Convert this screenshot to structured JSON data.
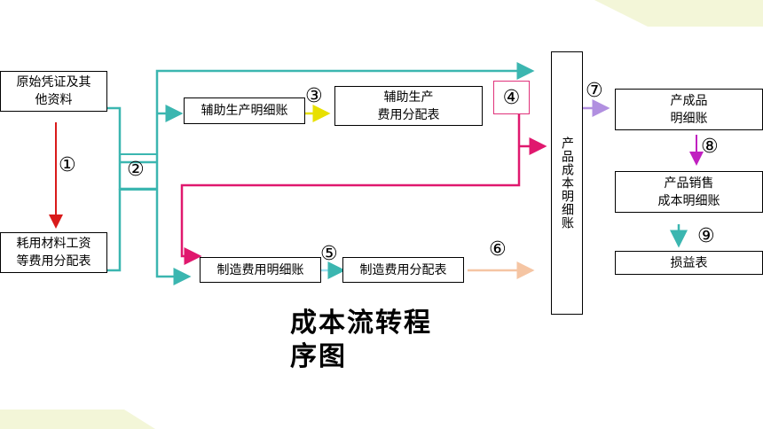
{
  "title": "成本流转程\n序图",
  "boxes": {
    "original_vouchers": "原始凭证及其\n他资料",
    "material_allocation": "耗用材料工资\n等费用分配表",
    "aux_ledger": "辅助生产明细账",
    "aux_allocation": "辅助生产\n费用分配表",
    "mfg_ledger": "制造费用明细账",
    "mfg_allocation": "制造费用分配表",
    "product_cost_ledger": "产品成本明细账",
    "finished_goods_ledger": "产成品\n明细账",
    "sales_cost_ledger": "产品销售\n成本明细账",
    "income_statement": "损益表"
  },
  "steps": {
    "s1": "①",
    "s2": "②",
    "s3": "③",
    "s4": "④",
    "s5": "⑤",
    "s6": "⑥",
    "s7": "⑦",
    "s8": "⑧",
    "s9": "⑨"
  },
  "colors": {
    "teal": "#3bb6b0",
    "red": "#d91a1a",
    "magenta": "#e0186e",
    "yellow": "#e8e000",
    "peach": "#f5c5a3",
    "lavender": "#b18fe0",
    "purple": "#c020c0",
    "decor": "#f4f6dc"
  }
}
